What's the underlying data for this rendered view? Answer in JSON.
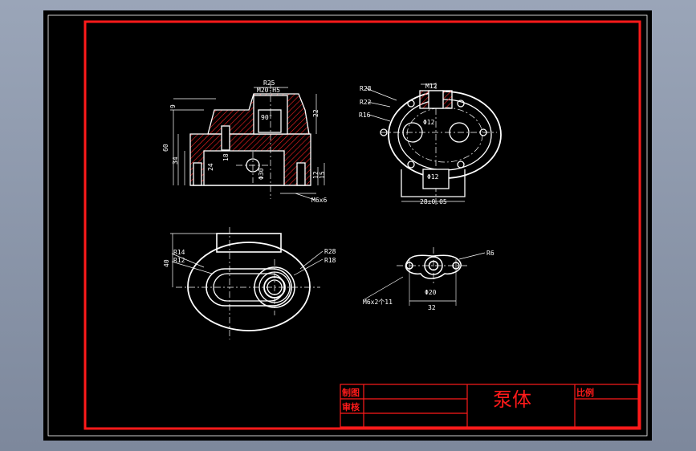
{
  "drawing": {
    "front_view": {
      "dim_r25": "R25",
      "dim_m20": "M20-H5",
      "dim_9": "9",
      "dim_22": "22",
      "dim_90": "90°",
      "dim_60": "60",
      "dim_34": "34",
      "dim_24": "24",
      "dim_18": "18",
      "dim_phi30": "Φ30",
      "dim_12": "12",
      "dim_15": "15",
      "dim_m6": "M6x6"
    },
    "side_view": {
      "dim_r28": "R28",
      "dim_r22": "R22",
      "dim_r16": "R16",
      "dim_m12": "M12",
      "dim_phi12a": "Φ12",
      "dim_phi12b": "Φ12",
      "dim_28": "28±0.05"
    },
    "top_view": {
      "dim_r14": "R14",
      "dim_r12": "R12",
      "dim_40": "40",
      "dim_r28": "R28",
      "dim_r18": "R18"
    },
    "flange_view": {
      "dim_r6": "R6",
      "dim_phi20": "Φ20",
      "dim_32": "32",
      "dim_m6": "M6x2个11"
    }
  },
  "title_block": {
    "drawn_label": "制图",
    "review_label": "审核",
    "part_name": "泵体",
    "scale_label": "比例"
  },
  "colors": {
    "frame": "#ff1a1a",
    "lines": "#ffffff",
    "background": "#000000",
    "hatch": "#ff2020"
  }
}
